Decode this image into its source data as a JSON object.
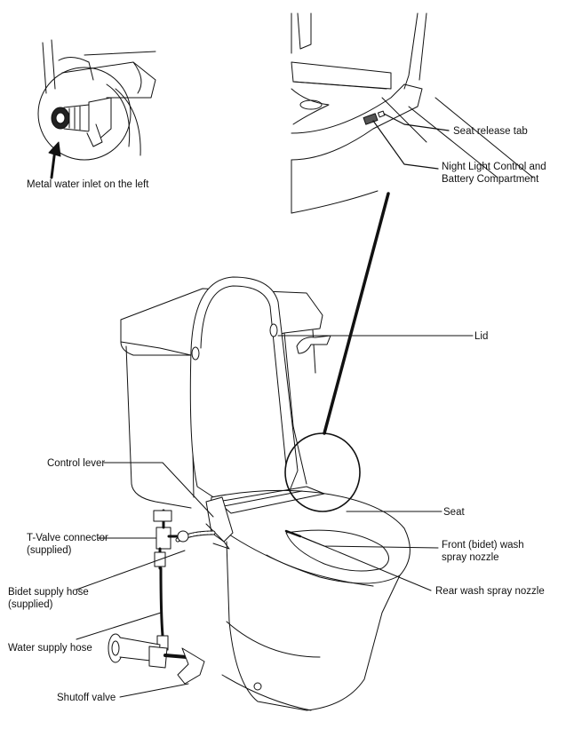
{
  "labels": {
    "inlet": "Metal water inlet on the left",
    "seat_release": "Seat release tab",
    "night_light_1": "Night Light Control and",
    "night_light_2": "Battery Compartment",
    "lid": "Lid",
    "control_lever": "Control lever",
    "seat": "Seat",
    "tvalve_1": "T-Valve connector",
    "tvalve_2": "(supplied)",
    "front_nozzle_1": "Front (bidet) wash",
    "front_nozzle_2": "spray nozzle",
    "bidet_hose_1": "Bidet supply hose",
    "bidet_hose_2": "(supplied)",
    "rear_nozzle": "Rear wash spray nozzle",
    "water_hose": "Water supply hose",
    "shutoff": "Shutoff valve"
  },
  "colors": {
    "line": "#111111",
    "background": "#ffffff"
  }
}
